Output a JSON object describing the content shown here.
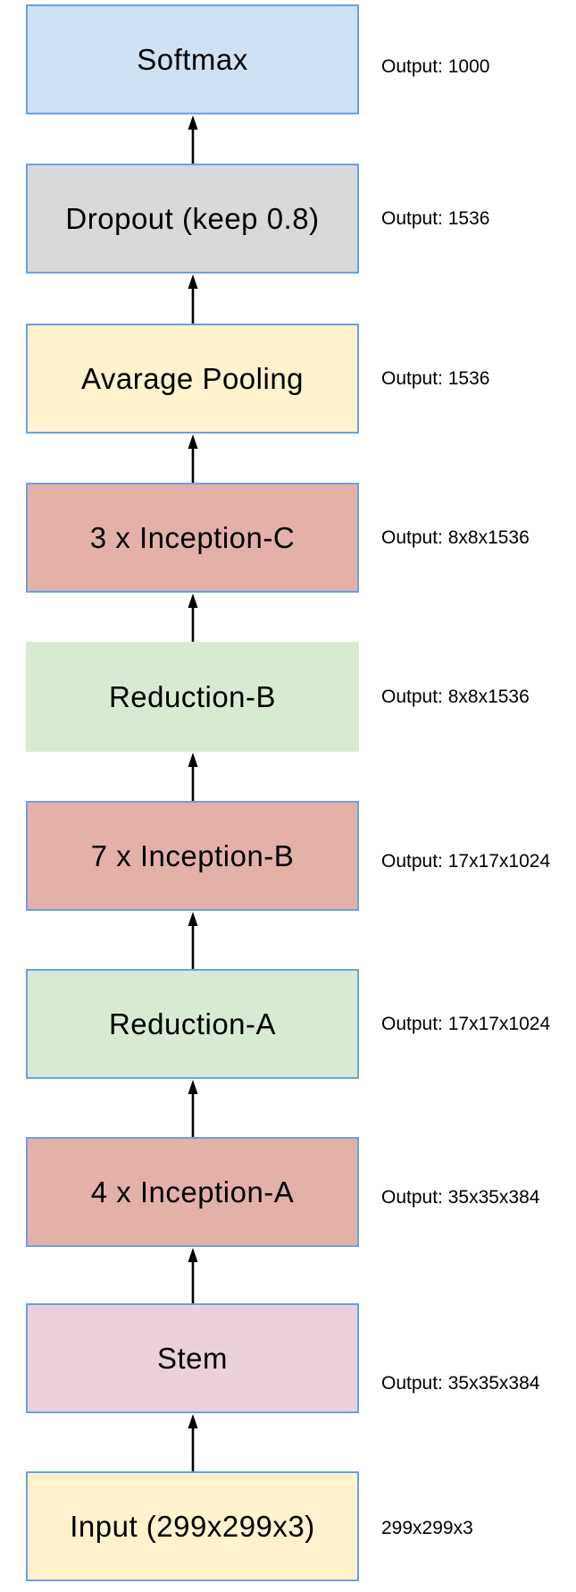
{
  "diagram": {
    "border_color": "#6d9eeb",
    "arrow_color": "#000000",
    "background_color": "#ffffff",
    "flow": "bottom-to-top",
    "nodes": [
      {
        "label": "Softmax",
        "output_label": "Output: 1000",
        "fill": "#cfe2f3",
        "bordered": true
      },
      {
        "label": "Dropout (keep 0.8)",
        "output_label": "Output: 1536",
        "fill": "#d9d9d9",
        "bordered": true
      },
      {
        "label": "Avarage Pooling",
        "output_label": "Output: 1536",
        "fill": "#fff2cc",
        "bordered": true
      },
      {
        "label": "3 x Inception-C",
        "output_label": "Output: 8x8x1536",
        "fill": "#e3b1a8",
        "bordered": true
      },
      {
        "label": "Reduction-B",
        "output_label": "Output: 8x8x1536",
        "fill": "#d9ead3",
        "bordered": false
      },
      {
        "label": "7 x Inception-B",
        "output_label": "Output: 17x17x1024",
        "fill": "#e3b1a8",
        "bordered": true
      },
      {
        "label": "Reduction-A",
        "output_label": "Output: 17x17x1024",
        "fill": "#d9ead3",
        "bordered": true
      },
      {
        "label": "4 x Inception-A",
        "output_label": "Output: 35x35x384",
        "fill": "#e3b1a8",
        "bordered": true
      },
      {
        "label": "Stem",
        "output_label": "Output: 35x35x384",
        "fill": "#ead1dc",
        "bordered": true
      },
      {
        "label": "Input (299x299x3)",
        "output_label": "299x299x3",
        "fill": "#fff2cc",
        "bordered": true
      }
    ]
  }
}
